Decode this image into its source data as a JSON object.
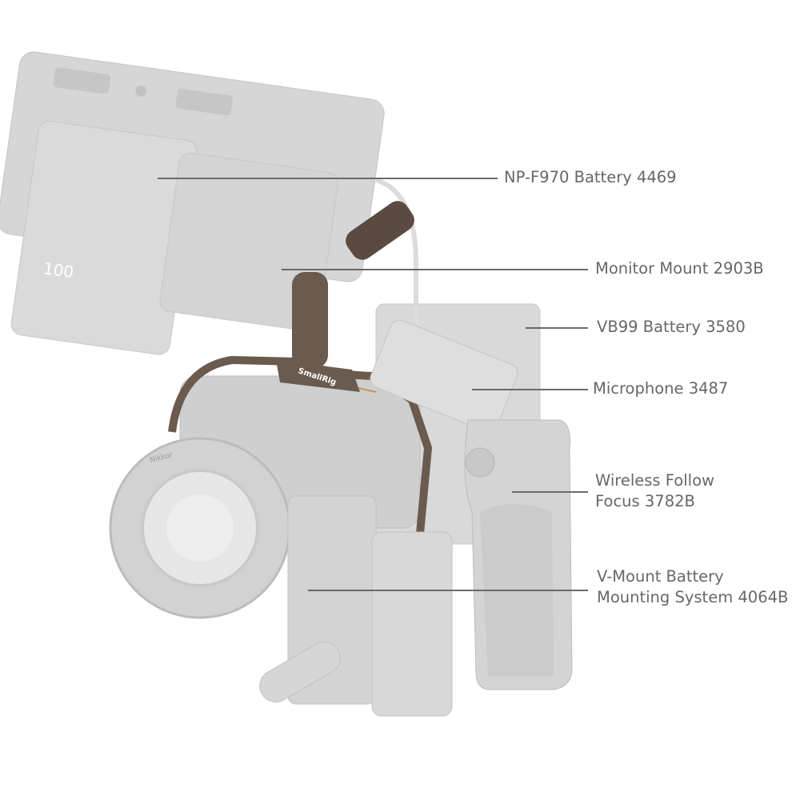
{
  "colors": {
    "text": "#676767",
    "line": "#6a6a6a",
    "ghost": "#d4d4d4",
    "ghost_dark": "#c2c2c2",
    "cage": "#6b5a4e",
    "accent": "#c9935a"
  },
  "product_marks": {
    "monitor_readout": "100",
    "brand": "SmallRig",
    "lens_brand": "Nikkor"
  },
  "callouts": [
    {
      "lines": [
        "NP-F970 Battery 4469"
      ]
    },
    {
      "lines": [
        "Monitor Mount 2903B"
      ]
    },
    {
      "lines": [
        "VB99 Battery 3580"
      ]
    },
    {
      "lines": [
        "Microphone 3487"
      ]
    },
    {
      "lines": [
        "Wireless Follow",
        "Focus 3782B"
      ]
    },
    {
      "lines": [
        "V-Mount Battery",
        "Mounting System 4064B"
      ]
    }
  ]
}
